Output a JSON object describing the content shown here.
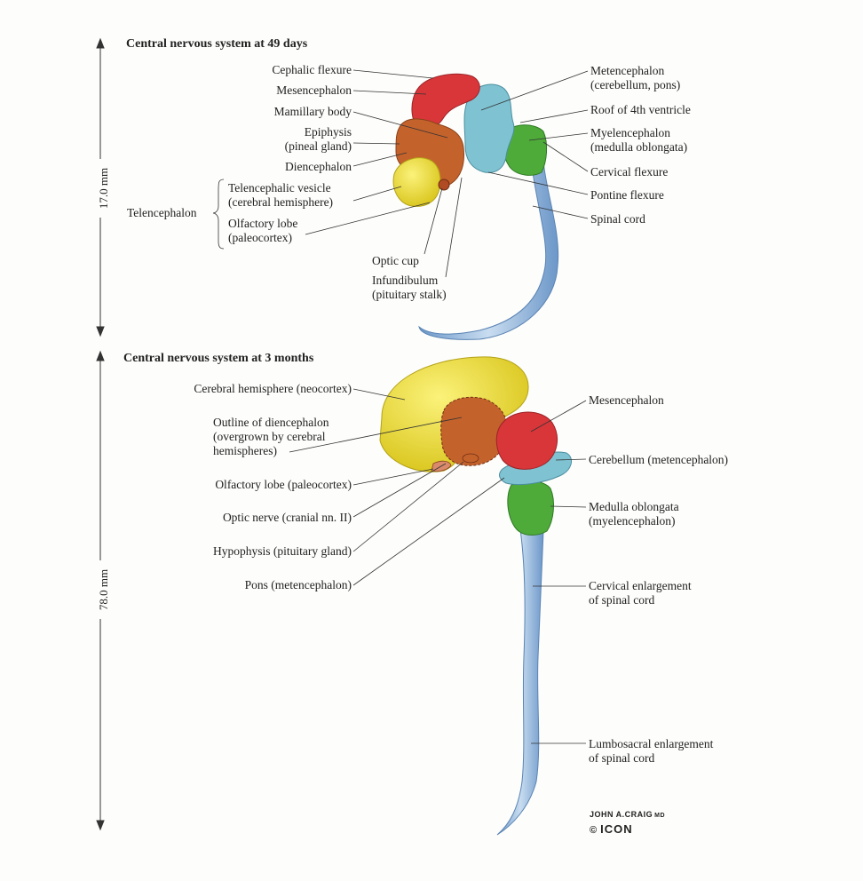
{
  "panel1": {
    "title": "Central nervous system at 49 days",
    "scale": "17.0 mm",
    "left_labels": {
      "cephalic_flexure": "Cephalic flexure",
      "mesencephalon": "Mesencephalon",
      "mamillary_body": "Mamillary body",
      "epiphysis_1": "Epiphysis",
      "epiphysis_2": "(pineal gland)",
      "diencephalon": "Diencephalon",
      "telencephalon": "Telencephalon",
      "telencephalic_vesicle_1": "Telencephalic vesicle",
      "telencephalic_vesicle_2": "(cerebral hemisphere)",
      "olfactory_lobe_1": "Olfactory lobe",
      "olfactory_lobe_2": "(paleocortex)",
      "optic_cup": "Optic cup",
      "infundibulum_1": "Infundibulum",
      "infundibulum_2": "(pituitary stalk)"
    },
    "right_labels": {
      "metencephalon_1": "Metencephalon",
      "metencephalon_2": "(cerebellum, pons)",
      "roof_4th": "Roof of 4th ventricle",
      "myelencephalon_1": "Myelencephalon",
      "myelencephalon_2": "(medulla oblongata)",
      "cervical_flexure": "Cervical flexure",
      "pontine_flexure": "Pontine flexure",
      "spinal_cord": "Spinal cord"
    }
  },
  "panel2": {
    "title": "Central nervous system at 3 months",
    "scale": "78.0 mm",
    "left_labels": {
      "cerebral_hemisphere": "Cerebral hemisphere (neocortex)",
      "outline_dien_1": "Outline of diencephalon",
      "outline_dien_2": "(overgrown by cerebral",
      "outline_dien_3": "hemispheres)",
      "olfactory_lobe": "Olfactory lobe (paleocortex)",
      "optic_nerve": "Optic nerve (cranial nn. II)",
      "hypophysis": "Hypophysis (pituitary gland)",
      "pons": "Pons (metencephalon)"
    },
    "right_labels": {
      "mesencephalon": "Mesencephalon",
      "cerebellum": "Cerebellum (metencephalon)",
      "medulla_1": "Medulla oblongata",
      "medulla_2": "(myelencephalon)",
      "cervical_1": "Cervical enlargement",
      "cervical_2": "of spinal cord",
      "lumbosacral_1": "Lumbosacral enlargement",
      "lumbosacral_2": "of spinal cord"
    }
  },
  "signature": {
    "artist": "JOHN A.CRAIG",
    "suffix": "MD",
    "copyright": "©",
    "publisher": "ICON"
  },
  "colors": {
    "mesencephalon": "#d9363a",
    "diencephalon": "#c4622c",
    "telencephalon": "#efe038",
    "metencephalon": "#7fc3d3",
    "myelencephalon": "#4eab3a",
    "spinal_cord": "#8bb5dd"
  }
}
